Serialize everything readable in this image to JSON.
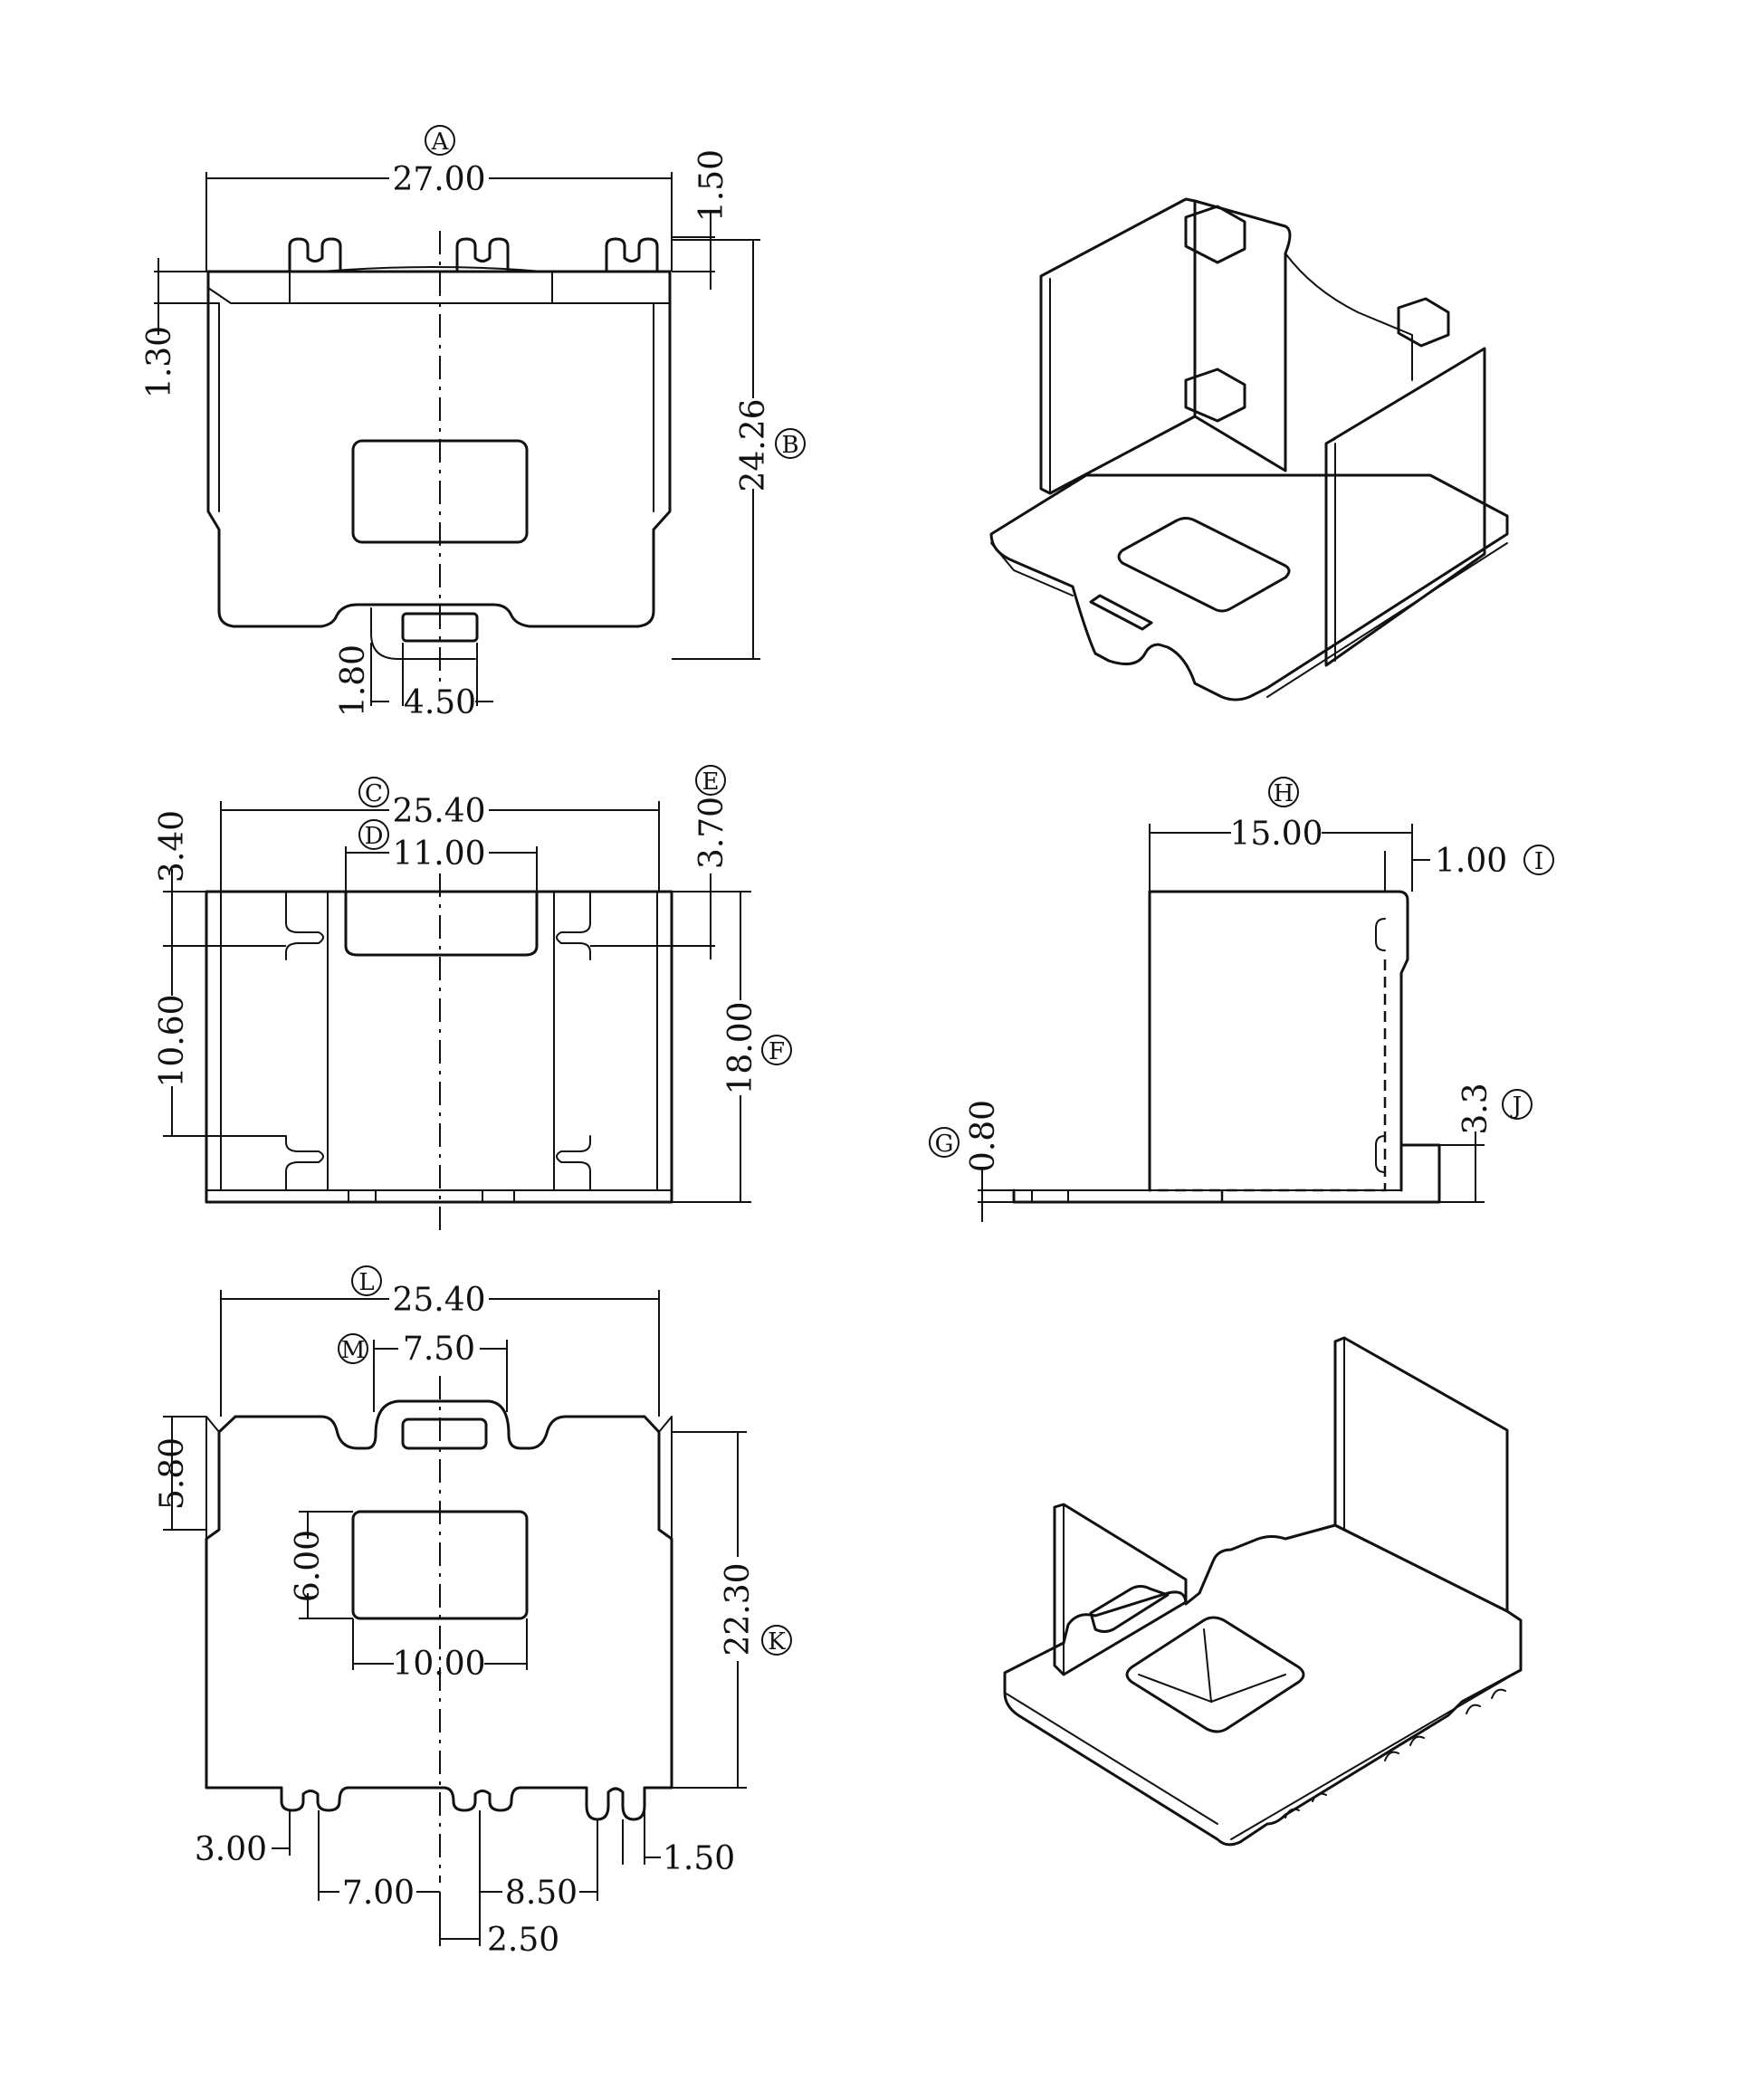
{
  "dimensions": {
    "top_view": {
      "a_width": "27.00",
      "top_offset": "1.50",
      "left_offset": "1.30",
      "b_height": "24.26",
      "bottom_tab_h": "1.80",
      "bottom_tab_w": "4.50"
    },
    "front_view": {
      "c_width": "25.40",
      "d_notch": "11.00",
      "e_right": "3.70",
      "left_top": "3.40",
      "left_mid": "10.60",
      "f_height": "18.00"
    },
    "side_view": {
      "h_width": "15.00",
      "i_thick": "1.00",
      "j_height": "3.3",
      "g_base": "0.80"
    },
    "bottom_view": {
      "l_width": "25.40",
      "m_tab": "7.50",
      "left_5_80": "5.80",
      "window_h": "6.00",
      "window_w": "10.00",
      "k_height": "22.30",
      "pin_3_00": "3.00",
      "pin_7_00": "7.00",
      "pin_8_50": "8.50",
      "pin_1_50": "1.50",
      "pin_2_50": "2.50"
    }
  },
  "callouts": {
    "a": "A",
    "b": "B",
    "c": "C",
    "d": "D",
    "e": "E",
    "f": "F",
    "g": "G",
    "h": "H",
    "i": "I",
    "j": "J",
    "k": "K",
    "l": "L",
    "m": "M"
  }
}
